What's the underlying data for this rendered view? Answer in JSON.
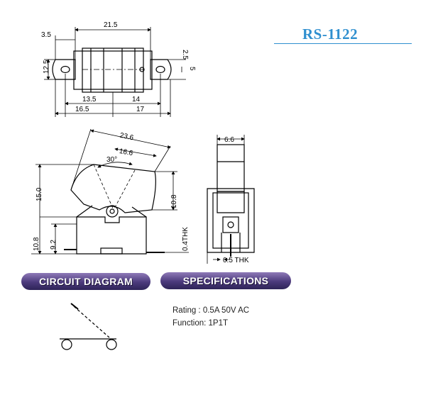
{
  "model": "RS-1122",
  "sections": {
    "circuit": "CIRCUIT DIAGRAM",
    "specifications": "SPECIFICATIONS"
  },
  "specs": {
    "rating": "Rating : 0.5A 50V AC",
    "function": "Function: 1P1T"
  },
  "dimensions": {
    "top_view": {
      "overall_width": "21.5",
      "ear_offset": "3.5",
      "body_height": "12.5",
      "slot_height": "2.5",
      "hole_pitch_v": "5",
      "half_left": "13.5",
      "half_right": "14",
      "base_left": "16.5",
      "base_right": "17"
    },
    "side_view": {
      "rocker_span": "23.6",
      "rocker_inner": "16.6",
      "rocker_angle": "30°",
      "total_height": "15.0",
      "rocker_height": "10.8",
      "base_height": "10.8",
      "base_inner": "9.2",
      "terminal_thickness": "0.4THK"
    },
    "front_view": {
      "width": "6.6",
      "terminal_thickness": "0.5 THK"
    }
  },
  "colors": {
    "title": "#2f8fcf",
    "pill_dark": "#2e2458",
    "pill_light": "#8f7ab8",
    "line": "#000000"
  }
}
